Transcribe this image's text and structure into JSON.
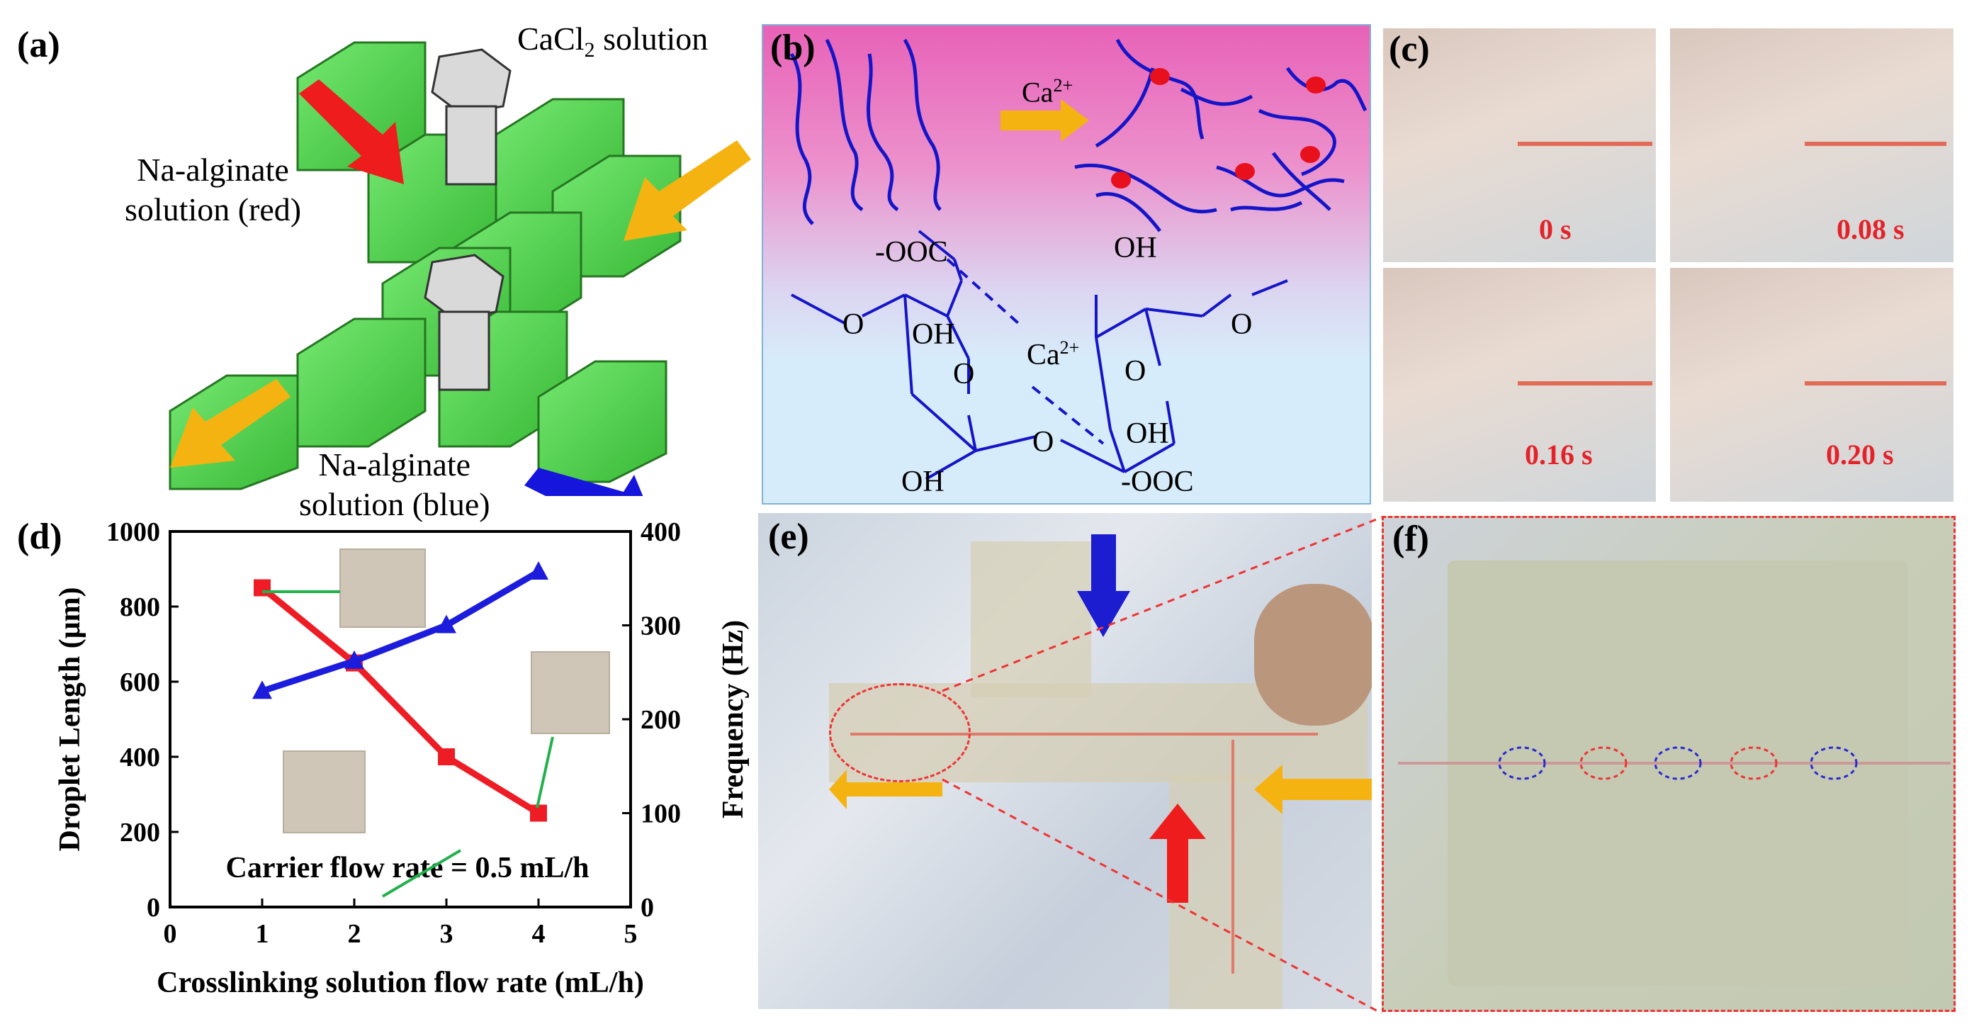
{
  "panels": {
    "a": {
      "label": "(a)",
      "cacl2_text": "CaCl",
      "cacl2_sub": "2",
      "cacl2_rest": " solution",
      "na_red_line1": "Na-alginate",
      "na_red_line2": "solution (red)",
      "na_blue_line1": "Na-alginate",
      "na_blue_line2": "solution (blue)"
    },
    "b": {
      "label": "(b)",
      "ca_arrow_label": "Ca",
      "ca_arrow_sup": "2+",
      "ca_center": "Ca",
      "ca_center_sup": "2+",
      "group_cooc_left": "-OOC",
      "group_oh_top": "OH",
      "group_o_left": "O",
      "group_oh_ring1": "OH",
      "group_o_ring1": "O",
      "group_oh_bottom": "OH",
      "group_o_bridge": "O",
      "group_o_ring2": "O",
      "group_oh_ring2": "OH",
      "group_cooc_right": "-OOC",
      "group_o_right": "O"
    },
    "c": {
      "label": "(c)",
      "times": [
        "0 s",
        "0.08 s",
        "0.16 s",
        "0.20 s"
      ]
    },
    "d": {
      "label": "(d)"
    },
    "e": {
      "label": "(e)"
    },
    "f": {
      "label": "(f)"
    }
  },
  "chart_data": {
    "type": "line",
    "xlabel": "Crosslinking solution flow rate (mL/h)",
    "ylabel": "Droplet Length (μm)",
    "y2label": "Frequency (Hz)",
    "annotation": "Carrier flow rate = 0.5 mL/h",
    "xlim": [
      0,
      5
    ],
    "ylim": [
      0,
      1000
    ],
    "y2lim": [
      0,
      400
    ],
    "x_ticks": [
      "0",
      "1",
      "2",
      "3",
      "4",
      "5"
    ],
    "y_ticks": [
      "0",
      "200",
      "400",
      "600",
      "800",
      "1000"
    ],
    "y2_ticks": [
      "0",
      "100",
      "200",
      "300",
      "400"
    ],
    "series": [
      {
        "axis": "left",
        "color": "#ee1c24",
        "marker": "square",
        "x": [
          1,
          2,
          3,
          4
        ],
        "values": [
          850,
          650,
          400,
          250
        ]
      },
      {
        "axis": "right",
        "color": "#1c1cdc",
        "marker": "triangle",
        "x": [
          1,
          2,
          3,
          4
        ],
        "values": [
          230,
          262,
          300,
          357
        ]
      }
    ]
  }
}
